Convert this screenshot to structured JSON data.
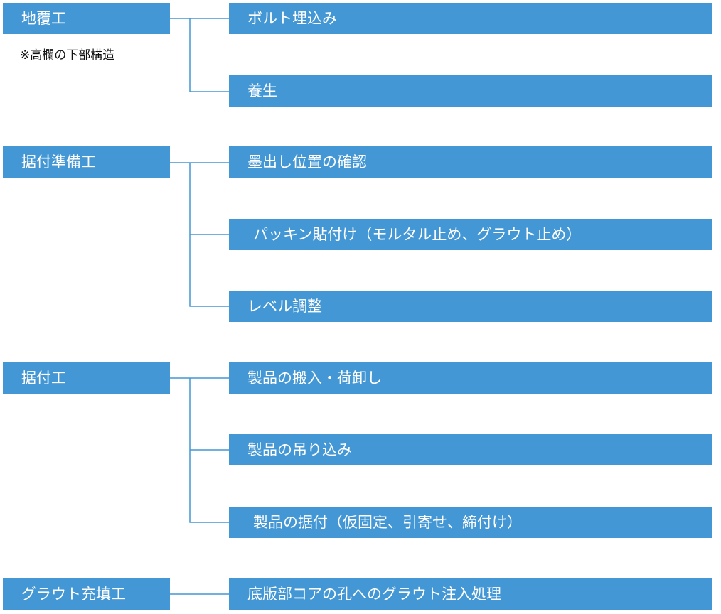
{
  "colors": {
    "box_fill": "#4397d4",
    "box_text": "#ffffff",
    "connector": "#4397d4",
    "note_text": "#111111"
  },
  "groups": [
    {
      "label": "地覆工",
      "note": "※高欄の下部構造",
      "steps": [
        "ボルト埋込み",
        "養生"
      ]
    },
    {
      "label": "据付準備工",
      "steps": [
        "墨出し位置の確認",
        "パッキン貼付け（モルタル止め、グラウト止め）",
        "レベル調整"
      ]
    },
    {
      "label": "据付工",
      "steps": [
        "製品の搬入・荷卸し",
        "製品の吊り込み",
        "製品の据付（仮固定、引寄せ、締付け）"
      ]
    },
    {
      "label": "グラウト充填工",
      "steps": [
        "底版部コアの孔へのグラウト注入処理"
      ]
    }
  ]
}
